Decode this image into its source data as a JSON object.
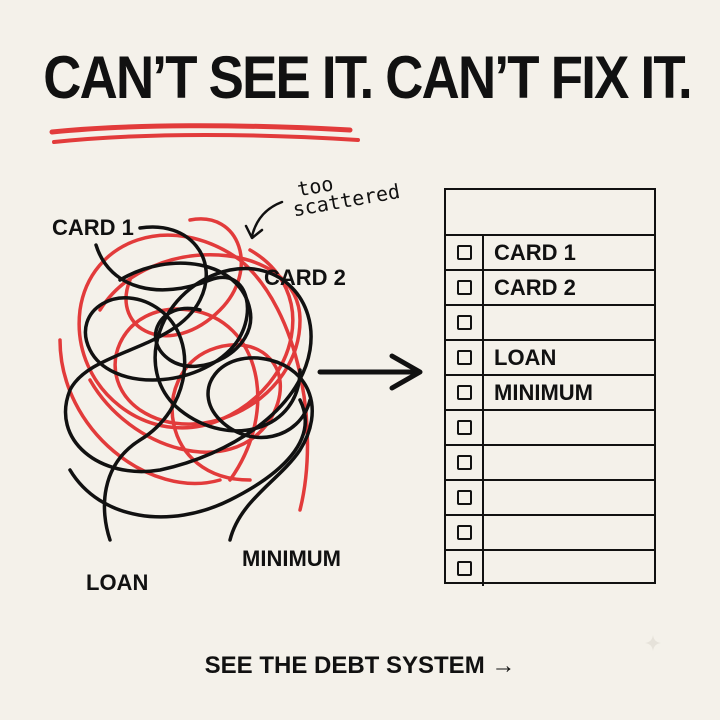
{
  "headline": "CAN’T SEE IT. CAN’T FIX IT.",
  "tangle": {
    "labels": [
      "CARD 1",
      "CARD 2",
      "LOAN",
      "MINIMUM"
    ],
    "note": [
      "too",
      "scattered"
    ]
  },
  "checklist": {
    "rows": [
      "CARD 1",
      "CARD 2",
      "",
      "LOAN",
      "MINIMUM",
      "",
      "",
      "",
      "",
      ""
    ]
  },
  "cta": "SEE THE DEBT SYSTEM →",
  "colors": {
    "accent": "#e23b3b",
    "ink": "#111111",
    "background": "#f4f1ea"
  }
}
